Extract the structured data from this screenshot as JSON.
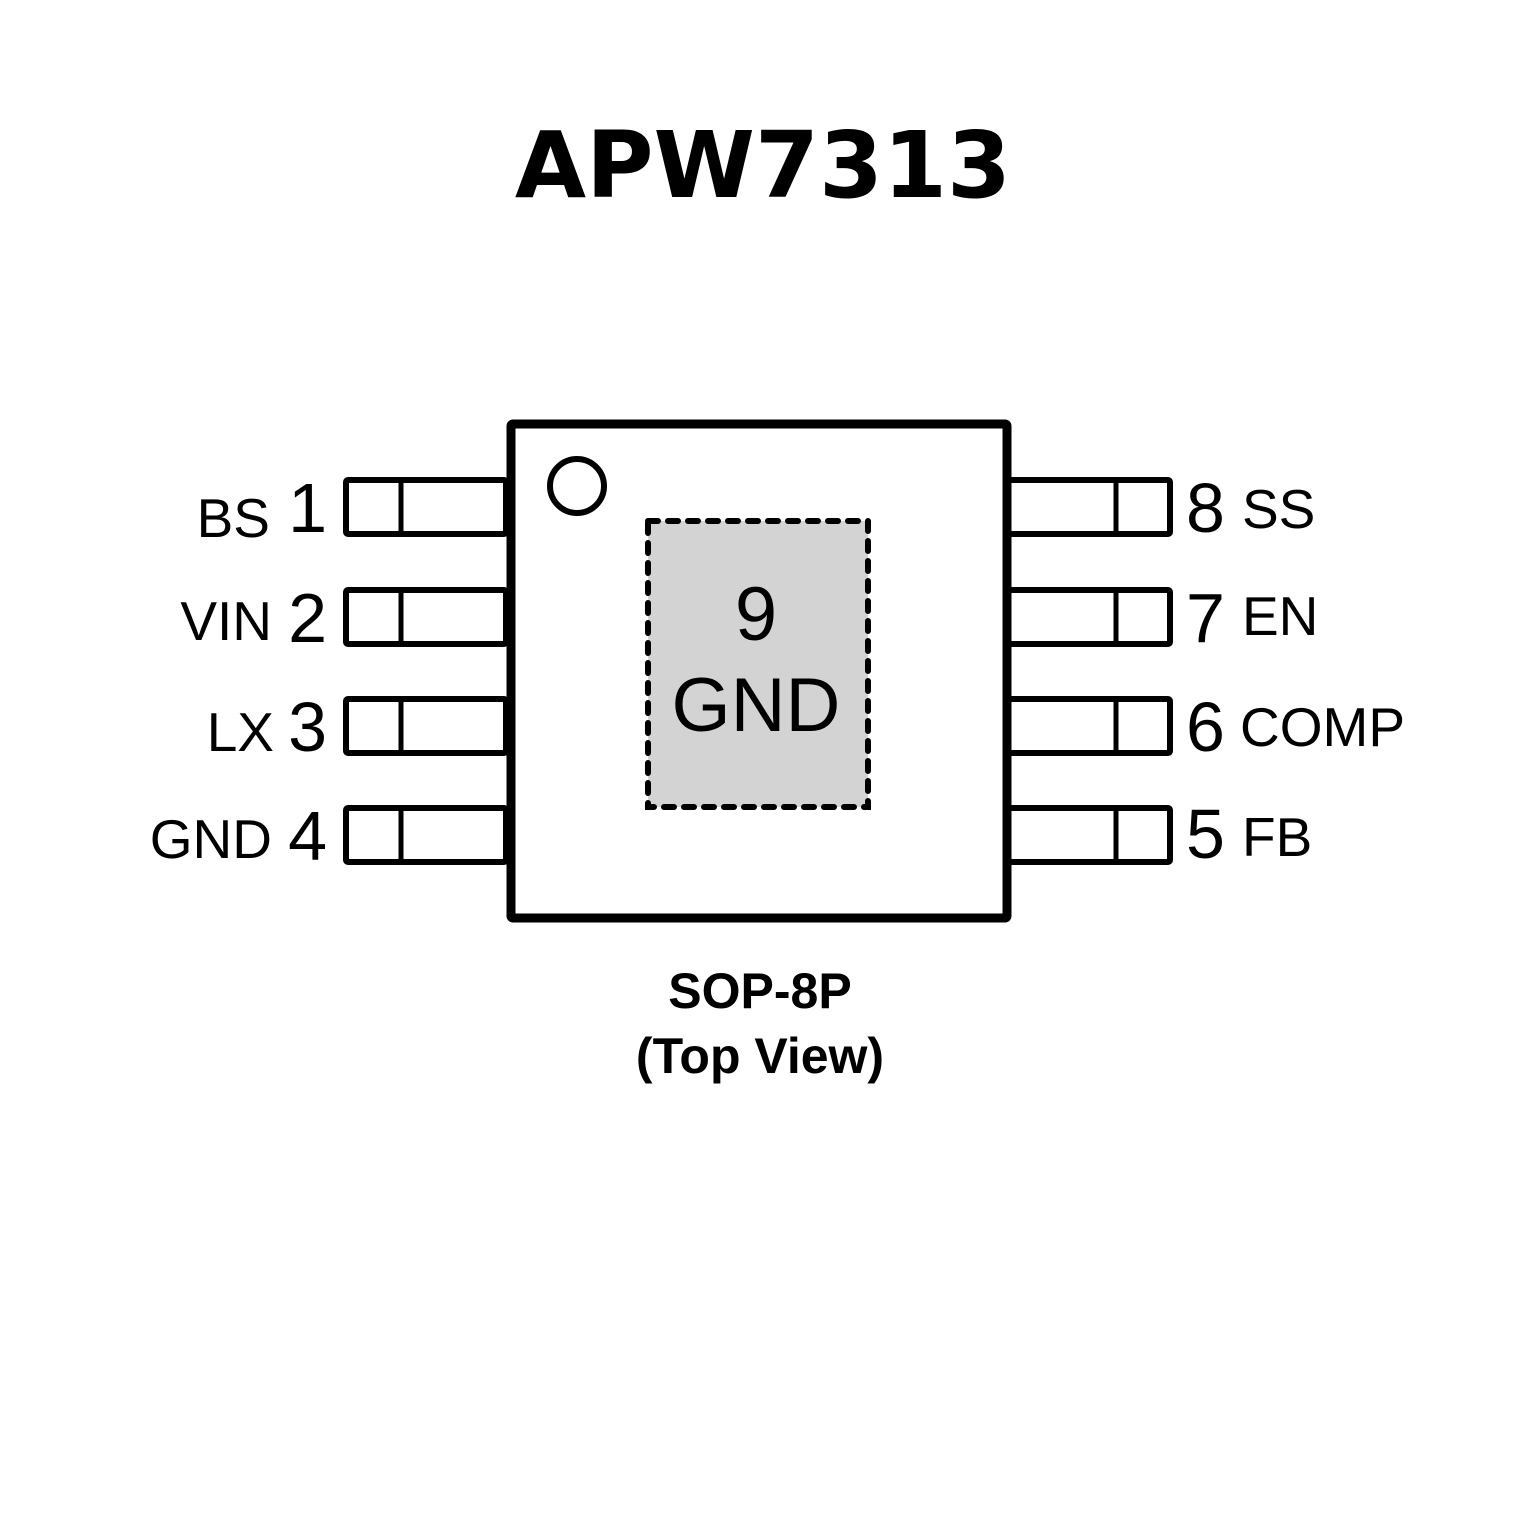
{
  "title": "APW7313",
  "package": {
    "name": "SOP-8P",
    "view": "(Top View)"
  },
  "colors": {
    "outline": "#000000",
    "pad_fill": "#d3d3d3",
    "background": "#ffffff"
  },
  "pins_left": [
    {
      "number": "1",
      "name": "BS"
    },
    {
      "number": "2",
      "name": "VIN"
    },
    {
      "number": "3",
      "name": "LX"
    },
    {
      "number": "4",
      "name": "GND"
    }
  ],
  "pins_right": [
    {
      "number": "8",
      "name": "SS"
    },
    {
      "number": "7",
      "name": "EN"
    },
    {
      "number": "6",
      "name": "COMP"
    },
    {
      "number": "5",
      "name": "FB"
    }
  ],
  "exposed_pad": {
    "number": "9",
    "name": "GND"
  }
}
